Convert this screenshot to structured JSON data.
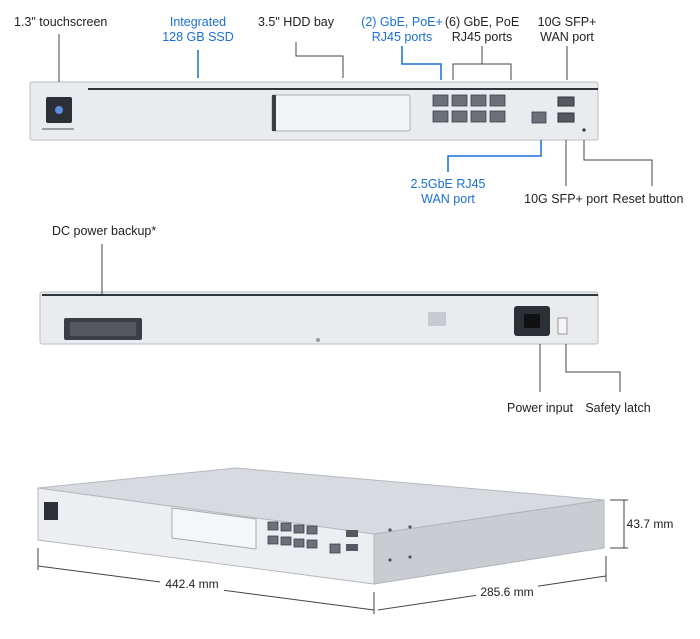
{
  "labels": {
    "touchscreen": "1.3\" touchscreen",
    "ssd_line1": "Integrated",
    "ssd_line2": "128 GB SSD",
    "hdd": "3.5\" HDD bay",
    "poe_line1": "(2) GbE, PoE+",
    "poe_line2": "RJ45 ports",
    "gbe_line1": "(6) GbE, PoE",
    "gbe_line2": "RJ45 ports",
    "sfp_wan_line1": "10G SFP+",
    "sfp_wan_line2": "WAN port",
    "wan25_line1": "2.5GbE RJ45",
    "wan25_line2": "WAN port",
    "sfp_port": "10G SFP+ port",
    "reset": "Reset button",
    "dc_backup": "DC power backup*",
    "power_input": "Power input",
    "safety_latch": "Safety latch"
  },
  "dimensions": {
    "height": "43.7 mm",
    "width": "442.4 mm",
    "depth": "285.6 mm"
  },
  "colors": {
    "accent_blue": "#1a6fd6",
    "chassis": "#e9ebee",
    "leader": "#444444"
  }
}
